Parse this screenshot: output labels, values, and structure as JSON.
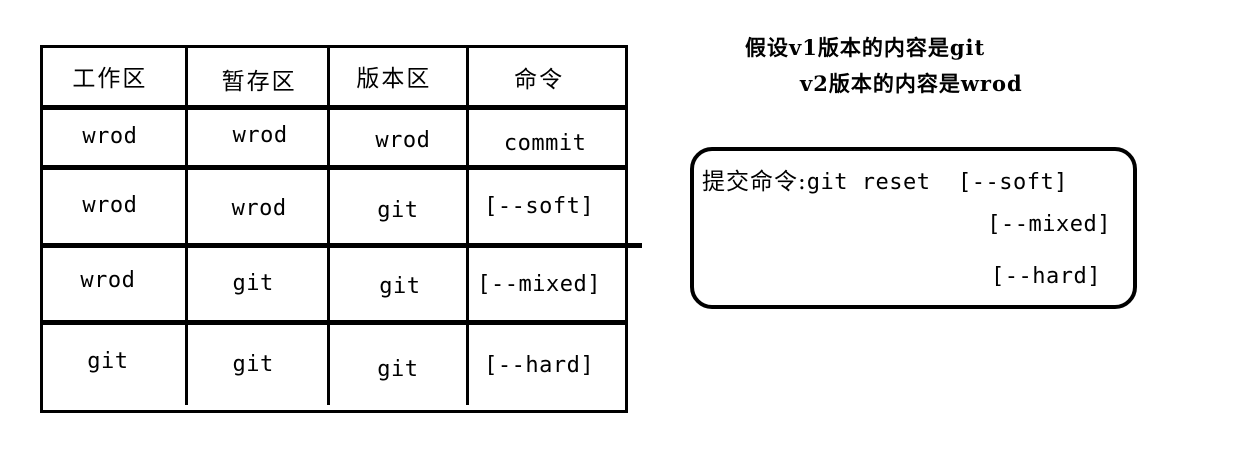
{
  "table": {
    "headers": [
      "工作区",
      "暂存区",
      "版本区",
      "命令"
    ],
    "rows": [
      [
        "wrod",
        "wrod",
        "wrod",
        "commit"
      ],
      [
        "wrod",
        "wrod",
        "git",
        "[--soft]"
      ],
      [
        "wrod",
        "git",
        "git",
        "[--mixed]"
      ],
      [
        "git",
        "git",
        "git",
        "[--hard]"
      ]
    ]
  },
  "note": {
    "line1": "假设v1版本的内容是git",
    "line2": "v2版本的内容是wrod"
  },
  "command_box": {
    "label": "提交命令:",
    "command": "git reset",
    "option1": "[--soft]",
    "option2": "[--mixed]",
    "option3": "[--hard]"
  },
  "colors": {
    "stroke": "#000000",
    "background": "#ffffff"
  }
}
